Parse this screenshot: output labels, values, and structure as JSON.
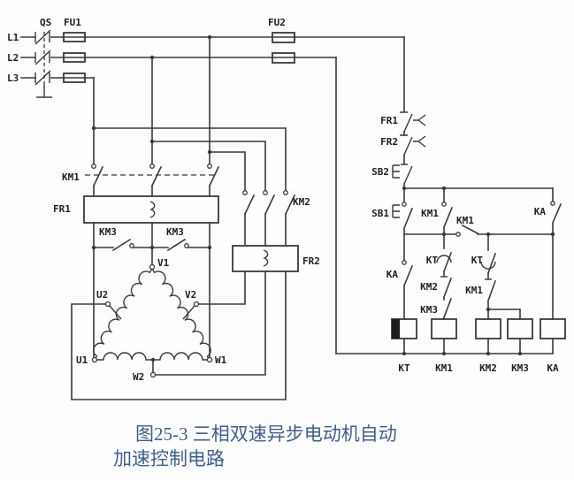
{
  "figure": {
    "caption_line1": "图25-3  三相双速异步电动机自动",
    "caption_line2": "加速控制电路"
  },
  "colors": {
    "wire": "#3a3a3a",
    "caption_text": "#3e5f92",
    "background": "#fdfdfd"
  },
  "power": {
    "l1": "L1",
    "l2": "L2",
    "l3": "L3",
    "qs": "QS",
    "fu1": "FU1",
    "fu2": "FU2",
    "km1": "KM1",
    "fr1": "FR1",
    "km3_a": "KM3",
    "km3_b": "KM3",
    "km2": "KM2",
    "fr2": "FR2",
    "motor": {
      "v1": "V1",
      "u2": "U2",
      "v2": "V2",
      "u1": "U1",
      "w1": "W1",
      "w2": "W2"
    }
  },
  "control": {
    "fr1": "FR1",
    "fr2": "FR2",
    "sb2": "SB2",
    "sb1": "SB1",
    "km1_hold": "KM1",
    "km1_series": "KM1",
    "ka_top": "KA",
    "ka_seal": "KA",
    "kt_nc": "KT",
    "km2_nc": "KM2",
    "km3_no": "KM3",
    "kt_no": "KT",
    "km1_nc": "KM1",
    "coils": {
      "kt": "KT",
      "km1": "KM1",
      "km2": "KM2",
      "km3": "KM3",
      "ka": "KA"
    }
  }
}
